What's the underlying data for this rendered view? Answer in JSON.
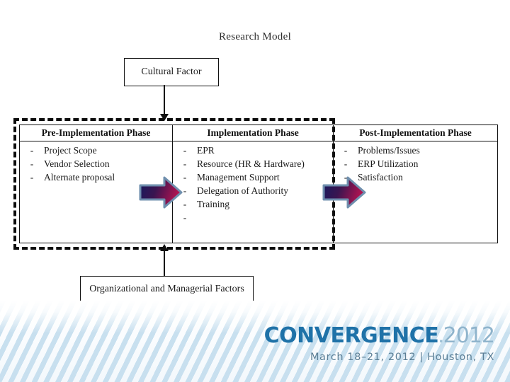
{
  "slide": {
    "title": "Research Model"
  },
  "nodes": {
    "cultural_factor": "Cultural Factor",
    "organizational_managerial": "Organizational and Managerial Factors"
  },
  "phases": [
    {
      "id": "pre-implementation",
      "header": "Pre-Implementation Phase",
      "items": [
        "Project Scope",
        "Vendor Selection",
        "Alternate proposal"
      ]
    },
    {
      "id": "implementation",
      "header": "Implementation Phase",
      "items": [
        "EPR",
        "Resource (HR & Hardware)",
        "Management Support",
        "Delegation of Authority",
        "Training",
        ""
      ]
    },
    {
      "id": "post-implementation",
      "header": "Post-Implementation Phase",
      "items": [
        "Problems/Issues",
        "ERP Utilization",
        "Satisfaction"
      ]
    }
  ],
  "bullet_marker": "-",
  "arrows": {
    "flow_arrow_name": "right-arrow",
    "gradient_start": "#1a1f63",
    "gradient_end": "#b01050",
    "outline": "#6f8fae"
  },
  "footer": {
    "brand_main": "CONVERGENCE",
    "brand_dot": ".",
    "brand_year": "2012",
    "tagline": "March 18–21, 2012 | Houston, TX",
    "brand_color": "#1f72a8",
    "year_color": "#8fb4cc",
    "tagline_color": "#5c7f96",
    "stripe_color": "#c5deee"
  }
}
